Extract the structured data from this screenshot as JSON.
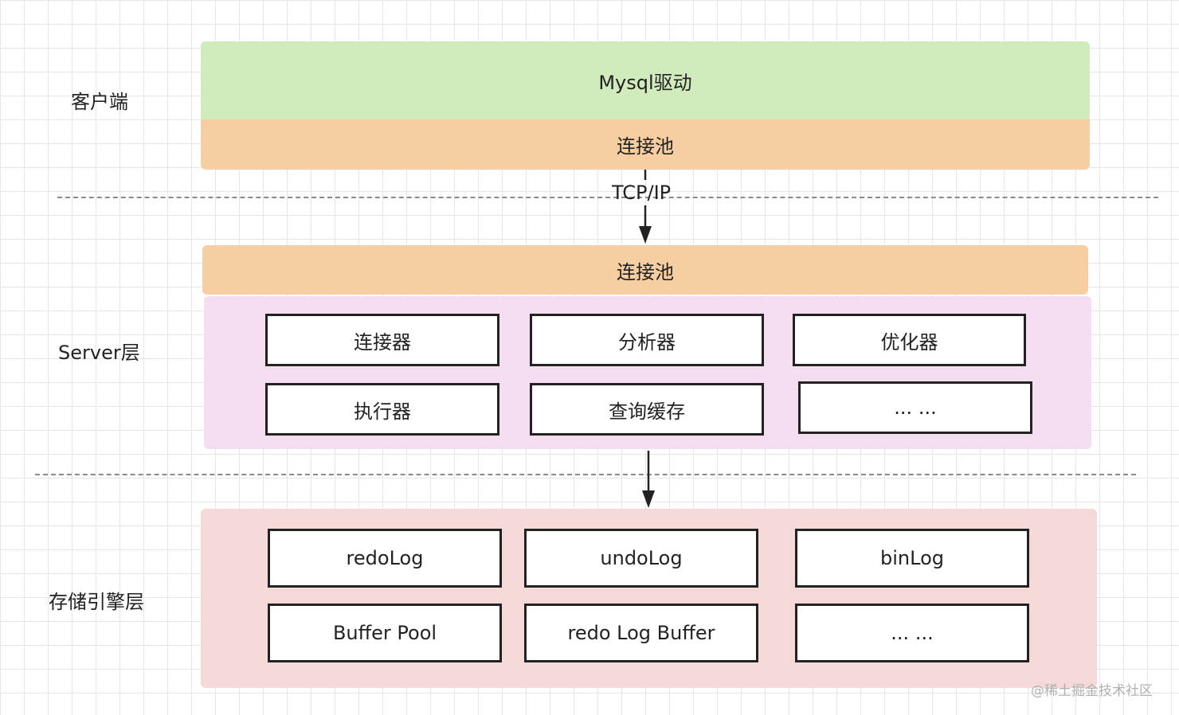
{
  "layers": {
    "client": "客户端",
    "server": "Server层",
    "storage": "存储引擎层"
  },
  "client": {
    "driver": "Mysql驱动",
    "pool": "连接池"
  },
  "protocol": "TCP/IP",
  "server": {
    "pool": "连接池",
    "components": [
      "连接器",
      "分析器",
      "优化器",
      "执行器",
      "查询缓存",
      "... ..."
    ]
  },
  "storage": {
    "components": [
      "redoLog",
      "undoLog",
      "binLog",
      "Buffer Pool",
      "redo Log Buffer",
      "... ..."
    ]
  },
  "watermark": "@稀土掘金技术社区",
  "colors": {
    "driver_green": "#d2ebbc",
    "pool_orange": "#f7cda2",
    "server_pink": "#f3ddee",
    "storage_pink": "#f4d9d8",
    "border": "#222222"
  }
}
